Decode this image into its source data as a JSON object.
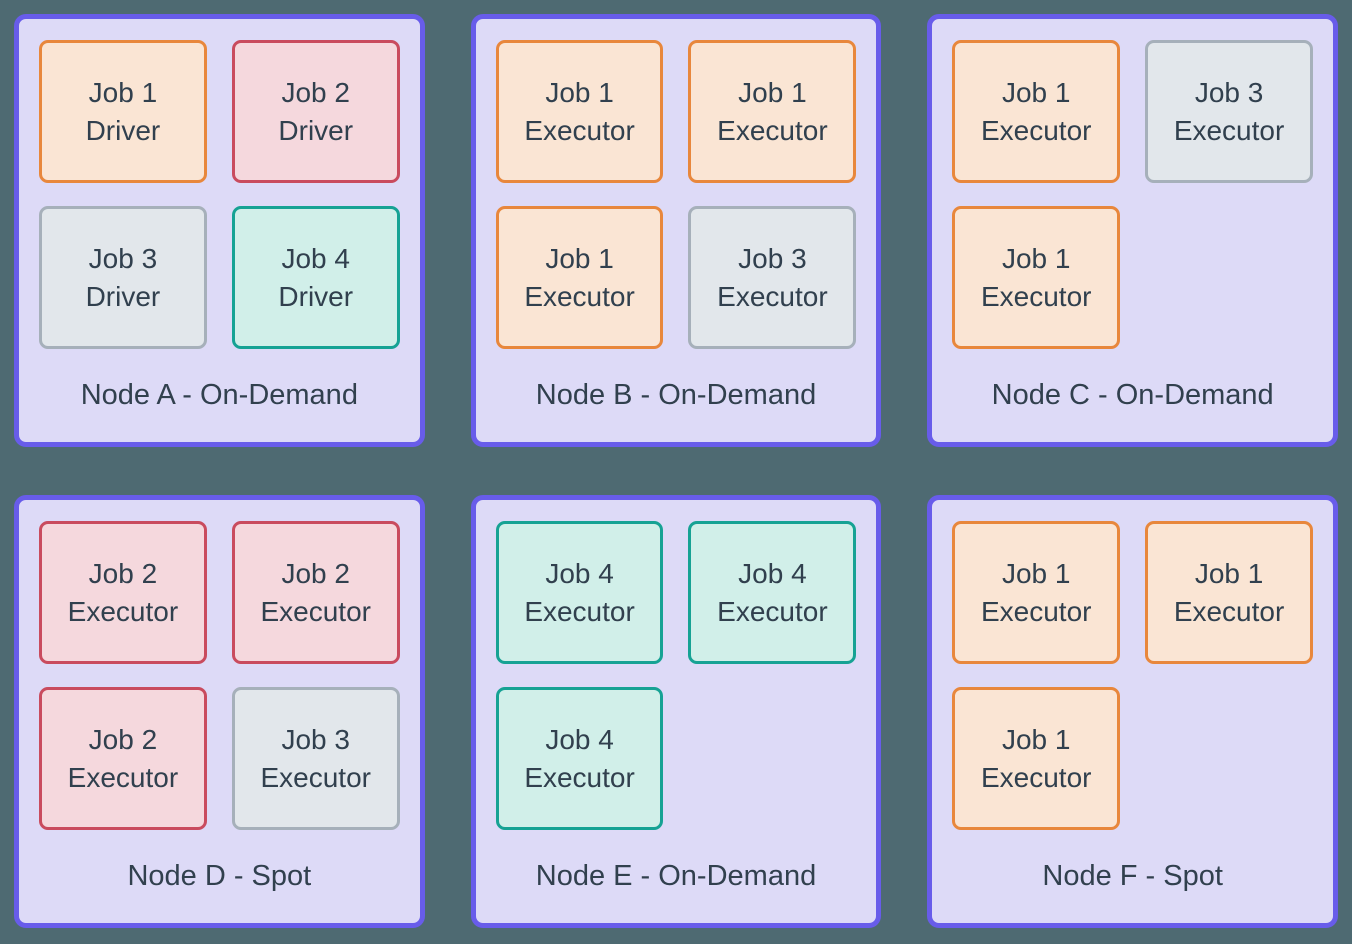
{
  "colors": {
    "background": "#4E6A72",
    "node_fill": "#DDDAF7",
    "node_border": "#685CEA",
    "text": "#31404E",
    "job1_fill": "#FAE5D4",
    "job1_border": "#E8873C",
    "job2_fill": "#F5D8DD",
    "job2_border": "#C94B5E",
    "job3_fill": "#E2E7EB",
    "job3_border": "#A6B0BA",
    "job4_fill": "#D1EFE9",
    "job4_border": "#16A294"
  },
  "nodes": [
    {
      "label": "Node A - On-Demand",
      "jobs": [
        {
          "line1": "Job 1",
          "line2": "Driver",
          "type": "job1"
        },
        {
          "line1": "Job 2",
          "line2": "Driver",
          "type": "job2"
        },
        {
          "line1": "Job 3",
          "line2": "Driver",
          "type": "job3"
        },
        {
          "line1": "Job 4",
          "line2": "Driver",
          "type": "job4"
        }
      ]
    },
    {
      "label": "Node B - On-Demand",
      "jobs": [
        {
          "line1": "Job 1",
          "line2": "Executor",
          "type": "job1"
        },
        {
          "line1": "Job 1",
          "line2": "Executor",
          "type": "job1"
        },
        {
          "line1": "Job 1",
          "line2": "Executor",
          "type": "job1"
        },
        {
          "line1": "Job 3",
          "line2": "Executor",
          "type": "job3"
        }
      ]
    },
    {
      "label": "Node C - On-Demand",
      "jobs": [
        {
          "line1": "Job 1",
          "line2": "Executor",
          "type": "job1"
        },
        {
          "line1": "Job 3",
          "line2": "Executor",
          "type": "job3"
        },
        {
          "line1": "Job 1",
          "line2": "Executor",
          "type": "job1"
        }
      ]
    },
    {
      "label": "Node D - Spot",
      "jobs": [
        {
          "line1": "Job 2",
          "line2": "Executor",
          "type": "job2"
        },
        {
          "line1": "Job 2",
          "line2": "Executor",
          "type": "job2"
        },
        {
          "line1": "Job 2",
          "line2": "Executor",
          "type": "job2"
        },
        {
          "line1": "Job 3",
          "line2": "Executor",
          "type": "job3"
        }
      ]
    },
    {
      "label": "Node E - On-Demand",
      "jobs": [
        {
          "line1": "Job 4",
          "line2": "Executor",
          "type": "job4"
        },
        {
          "line1": "Job 4",
          "line2": "Executor",
          "type": "job4"
        },
        {
          "line1": "Job 4",
          "line2": "Executor",
          "type": "job4"
        }
      ]
    },
    {
      "label": "Node F - Spot",
      "jobs": [
        {
          "line1": "Job 1",
          "line2": "Executor",
          "type": "job1"
        },
        {
          "line1": "Job 1",
          "line2": "Executor",
          "type": "job1"
        },
        {
          "line1": "Job 1",
          "line2": "Executor",
          "type": "job1"
        }
      ]
    }
  ]
}
